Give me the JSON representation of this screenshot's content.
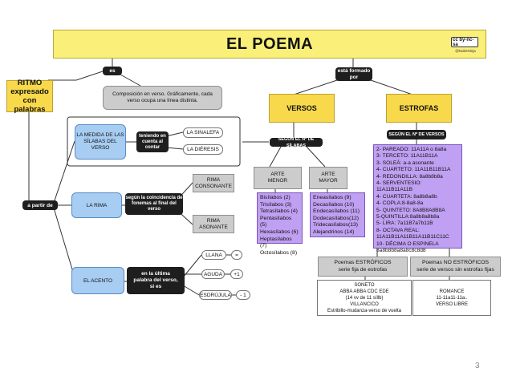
{
  "title": "EL POEMA",
  "license": {
    "badge": "cc by-nc-sa",
    "author": "@NubeNinja"
  },
  "connectors": {
    "es": "es",
    "esta_formado_por": "está formado por",
    "segun_num_silabas": "SEGÚN EL Nº DE SÍLABAS",
    "segun_num_versos": "SEGÚN EL Nº DE VERSOS",
    "teniendo_en_cuenta": "teniendo en cuenta al contar",
    "a_partir_de": "a partir de",
    "segun_coincidencia": "según la coincidencia de fonemas al final del verso",
    "en_la_ultima": "en la última palabra del verso, si es"
  },
  "ritmo": "RITMO expresado con palabras",
  "definition": "Composición en verso. Gráficamente, cada verso ocupa una línea distinta.",
  "versos": "VERSOS",
  "estrofas": "ESTROFAS",
  "medida": "LA MEDIDA DE LAS SÍLABAS DEL VERSO",
  "sinalefa": "LA SINALEFA",
  "dieresis": "LA DIÉRESIS",
  "rima": "LA RIMA",
  "rima_consonante": "RIMA CONSONANTE",
  "rima_asonante": "RIMA ASONANTE",
  "acento": "EL ACENTO",
  "accents": [
    {
      "label": "LLANA",
      "value": "="
    },
    {
      "label": "AGUDA",
      "value": "+1"
    },
    {
      "label": "ESDRÚJULA",
      "value": "- 1"
    }
  ],
  "arte_menor": "ARTE MENOR",
  "arte_mayor": "ARTE MAYOR",
  "menor_list": [
    "Bisílabos (2)",
    "Trisílabos (3)",
    "Tetrasílabos (4)",
    "Pentasílabos (5)",
    "Hexasílabos (6)",
    "Heptasílabos (7)",
    "Octosílabos (8)"
  ],
  "mayor_list": [
    "Eneasílabos (9)",
    "Decasílabos (10)",
    "Endecasílabos (11)",
    "Dodecasílabos(12)",
    "Tridecasílabos(13)",
    "Alejandrinos (14)"
  ],
  "estrofas_list": [
    "2- PAREADO: 11A11A o 8a8a",
    "3- TERCETO: 11A11B11A",
    "3- SOLEÁ: a-a asonante",
    "4- CUARTETO: 11A11B11B11A",
    "4- REDONDILLA: 8a8b8b8a",
    "4- SERVENTESIO: 11A11B11A11B",
    "4- CUARTETA: 8a8b8a8b",
    "4- COPLA:8-8a8-8a",
    "5- QUINTETO: 8A8B8A8B8A",
    "5-QUINTILLA:8a8b8a8b8a",
    "5- LIRA: 7a11B7a7b11B",
    "8- OCTAVA REAL:",
    "11A11B11A11B11A11B11C11C",
    "10- DÉCIMA O ESPINELA",
    "8a8b8b8a8a8c8c8d8"
  ],
  "poemas_estroficos": "Poemas ESTRÓFICOS serie fija de estrofas",
  "poemas_no_estroficos": "Poemas NO ESTRÓFICOS serie de versos sin estrofas fijas",
  "soneto_lines": [
    "SONETO",
    "ABBA ABBA CDC EDE",
    "(14 vv de 11 síllb)",
    "VILLANCICO",
    "Estribillo-mudanza-verso de vuelta"
  ],
  "romance_lines": [
    "ROMANCE",
    "11-11a11-11a..",
    "VERSO LIBRE"
  ],
  "page_number": "3",
  "colors": {
    "title": "#f9ef79",
    "node": "#f8d94b",
    "connector": "#1e1e1e",
    "blue": "#a7cdf3",
    "purple": "#c0a0f2",
    "gray": "#cccccc"
  }
}
